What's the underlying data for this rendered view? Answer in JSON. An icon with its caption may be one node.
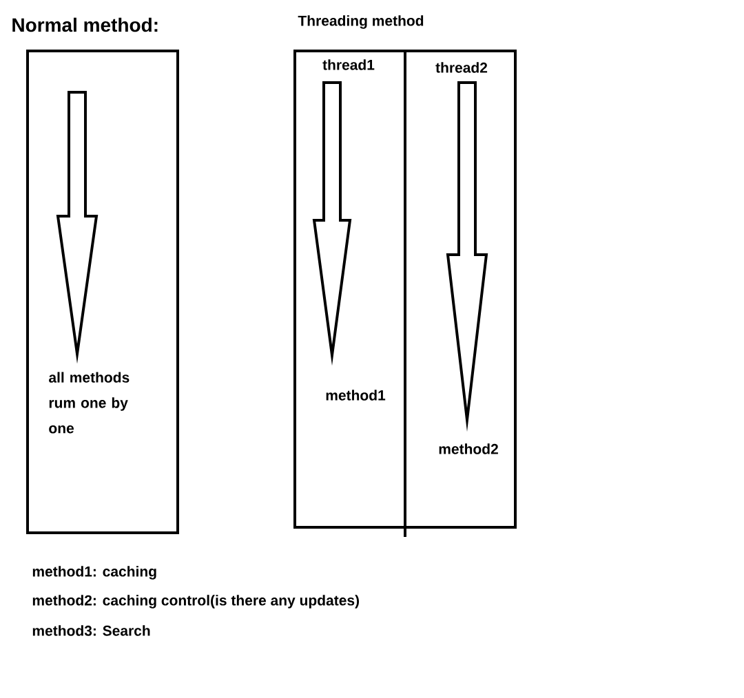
{
  "diagram": {
    "nodes": [
      {
        "text": [
          "Normal method:",
          "all methods rum one by one"
        ]
      },
      {
        "text": [
          "Threading method"
        ]
      },
      {
        "text": [
          "thread1",
          "method1"
        ],
        "in": 1
      },
      {
        "text": [
          "thread2",
          "method2"
        ],
        "in": 1
      }
    ],
    "labels": [
      "method1: caching",
      "method2: caching control(is there any updates)",
      "method3: Search"
    ]
  }
}
